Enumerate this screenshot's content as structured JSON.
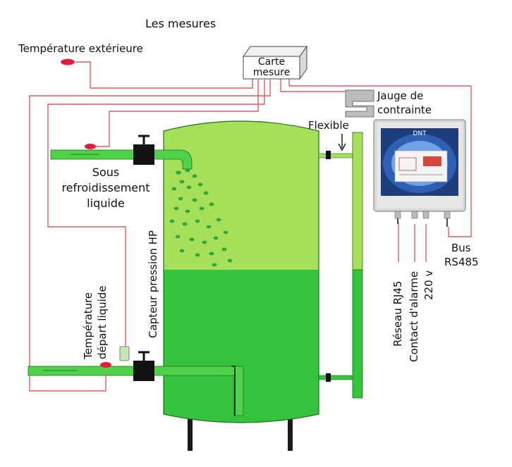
{
  "title": "Les mesures",
  "labels": {
    "temp_ext": "Température extérieure",
    "carte_line1": "Carte",
    "carte_line2": "mesure",
    "jauge_line1": "Jauge de",
    "jauge_line2": "contrainte",
    "flexible": "Flexible",
    "sous_line1": "Sous",
    "sous_line2": "refroidissement",
    "sous_line3": "liquide",
    "capteur": "Capteur pression HP",
    "temp_dep_line1": "Température",
    "temp_dep_line2": "départ liquide",
    "reseau": "Réseau RJ45",
    "contact": "Contact d'alarme",
    "v220": "220 v",
    "bus_line1": "Bus",
    "bus_line2": "RS485",
    "device_brand": "DNT"
  },
  "colors": {
    "wire": "#e05a62",
    "tank_gas": "#a6e05a",
    "tank_liquid": "#35c23c",
    "pipe": "#4fd14a",
    "sensor": "#e0203a"
  },
  "icons": {
    "temp_sensor": "red-oval-sensor",
    "valve": "black-valve",
    "strain_gauge": "s-shaped-gauge"
  }
}
